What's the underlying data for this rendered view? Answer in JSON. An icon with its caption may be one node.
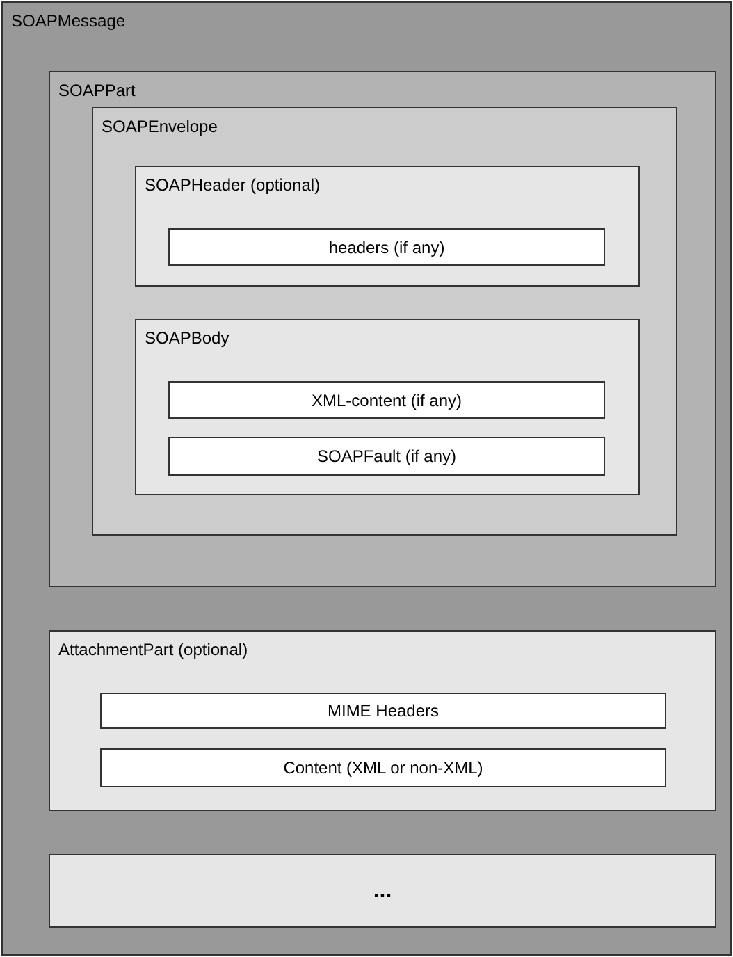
{
  "diagram": {
    "nodes": [
      {
        "text": [
          "SOAPMessage"
        ]
      },
      {
        "text": [
          "SOAPPart"
        ],
        "in": 0
      },
      {
        "text": [
          "SOAPEnvelope"
        ],
        "in": 1
      },
      {
        "text": [
          "SOAPHeader (optional)"
        ],
        "in": 2
      },
      {
        "text": [
          "headers (if any)"
        ],
        "in": 3
      },
      {
        "text": [
          "SOAPBody"
        ],
        "in": 2
      },
      {
        "text": [
          "XML-content (if any)"
        ],
        "in": 5
      },
      {
        "text": [
          "SOAPFault (if any)"
        ],
        "in": 5
      },
      {
        "text": [
          "AttachmentPart (optional)"
        ],
        "in": 0
      },
      {
        "text": [
          "MIME Headers"
        ],
        "in": 8
      },
      {
        "text": [
          "Content (XML or non-XML)"
        ],
        "in": 8
      },
      {
        "text": [
          "..."
        ],
        "in": 0
      }
    ]
  }
}
